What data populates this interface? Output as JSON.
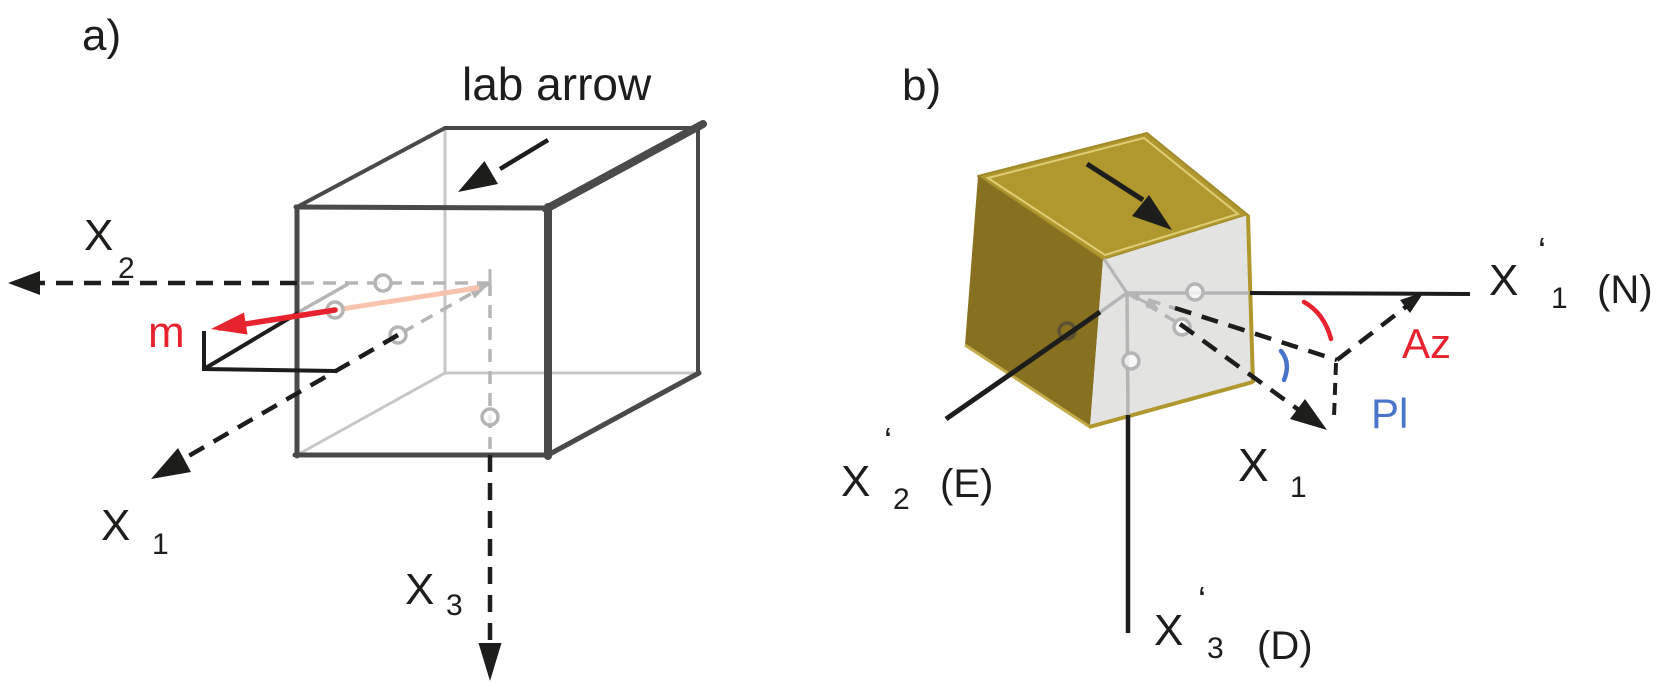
{
  "figure_caption": {
    "panel_a_label": "a)",
    "panel_b_label": "b)"
  },
  "panel_a": {
    "label": "a)",
    "lab_arrow_label": "lab arrow",
    "moment_label": "m",
    "axes": {
      "x2": {
        "main": "X",
        "sub": "2"
      },
      "x1": {
        "main": "X",
        "sub": "1"
      },
      "x3": {
        "main": "X",
        "sub": "3"
      }
    }
  },
  "panel_b": {
    "label": "b)",
    "axes": {
      "x1_geo": {
        "main": "X",
        "prime": "‘",
        "sub": "1",
        "dir": "(N)"
      },
      "x2_geo": {
        "main": "X",
        "prime": "‘",
        "sub": "2",
        "dir": "(E)"
      },
      "x3_geo": {
        "main": "X",
        "prime": "‘",
        "sub": "3",
        "dir": "(D)"
      },
      "x1_sample": {
        "main": "X",
        "sub": "1"
      }
    },
    "azimuth_label": "Az",
    "plunge_label": "Pl"
  },
  "colors": {
    "vector_red": "#e82330",
    "hidden_vector_salmon": "#f9c4ae",
    "azimuth_red": "#e82330",
    "plunge_blue": "#4a74c9",
    "cube_edge_dark": "#4a4a4a",
    "hidden_edge_gray": "#c7c7c7",
    "interior_gray": "#b5b5b5",
    "ink_black": "#1d1d1b",
    "gold_top": "#b0982f",
    "gold_side": "#877120",
    "gold_seam": "#decd74",
    "front_face_gray": "#e3e3e1"
  }
}
